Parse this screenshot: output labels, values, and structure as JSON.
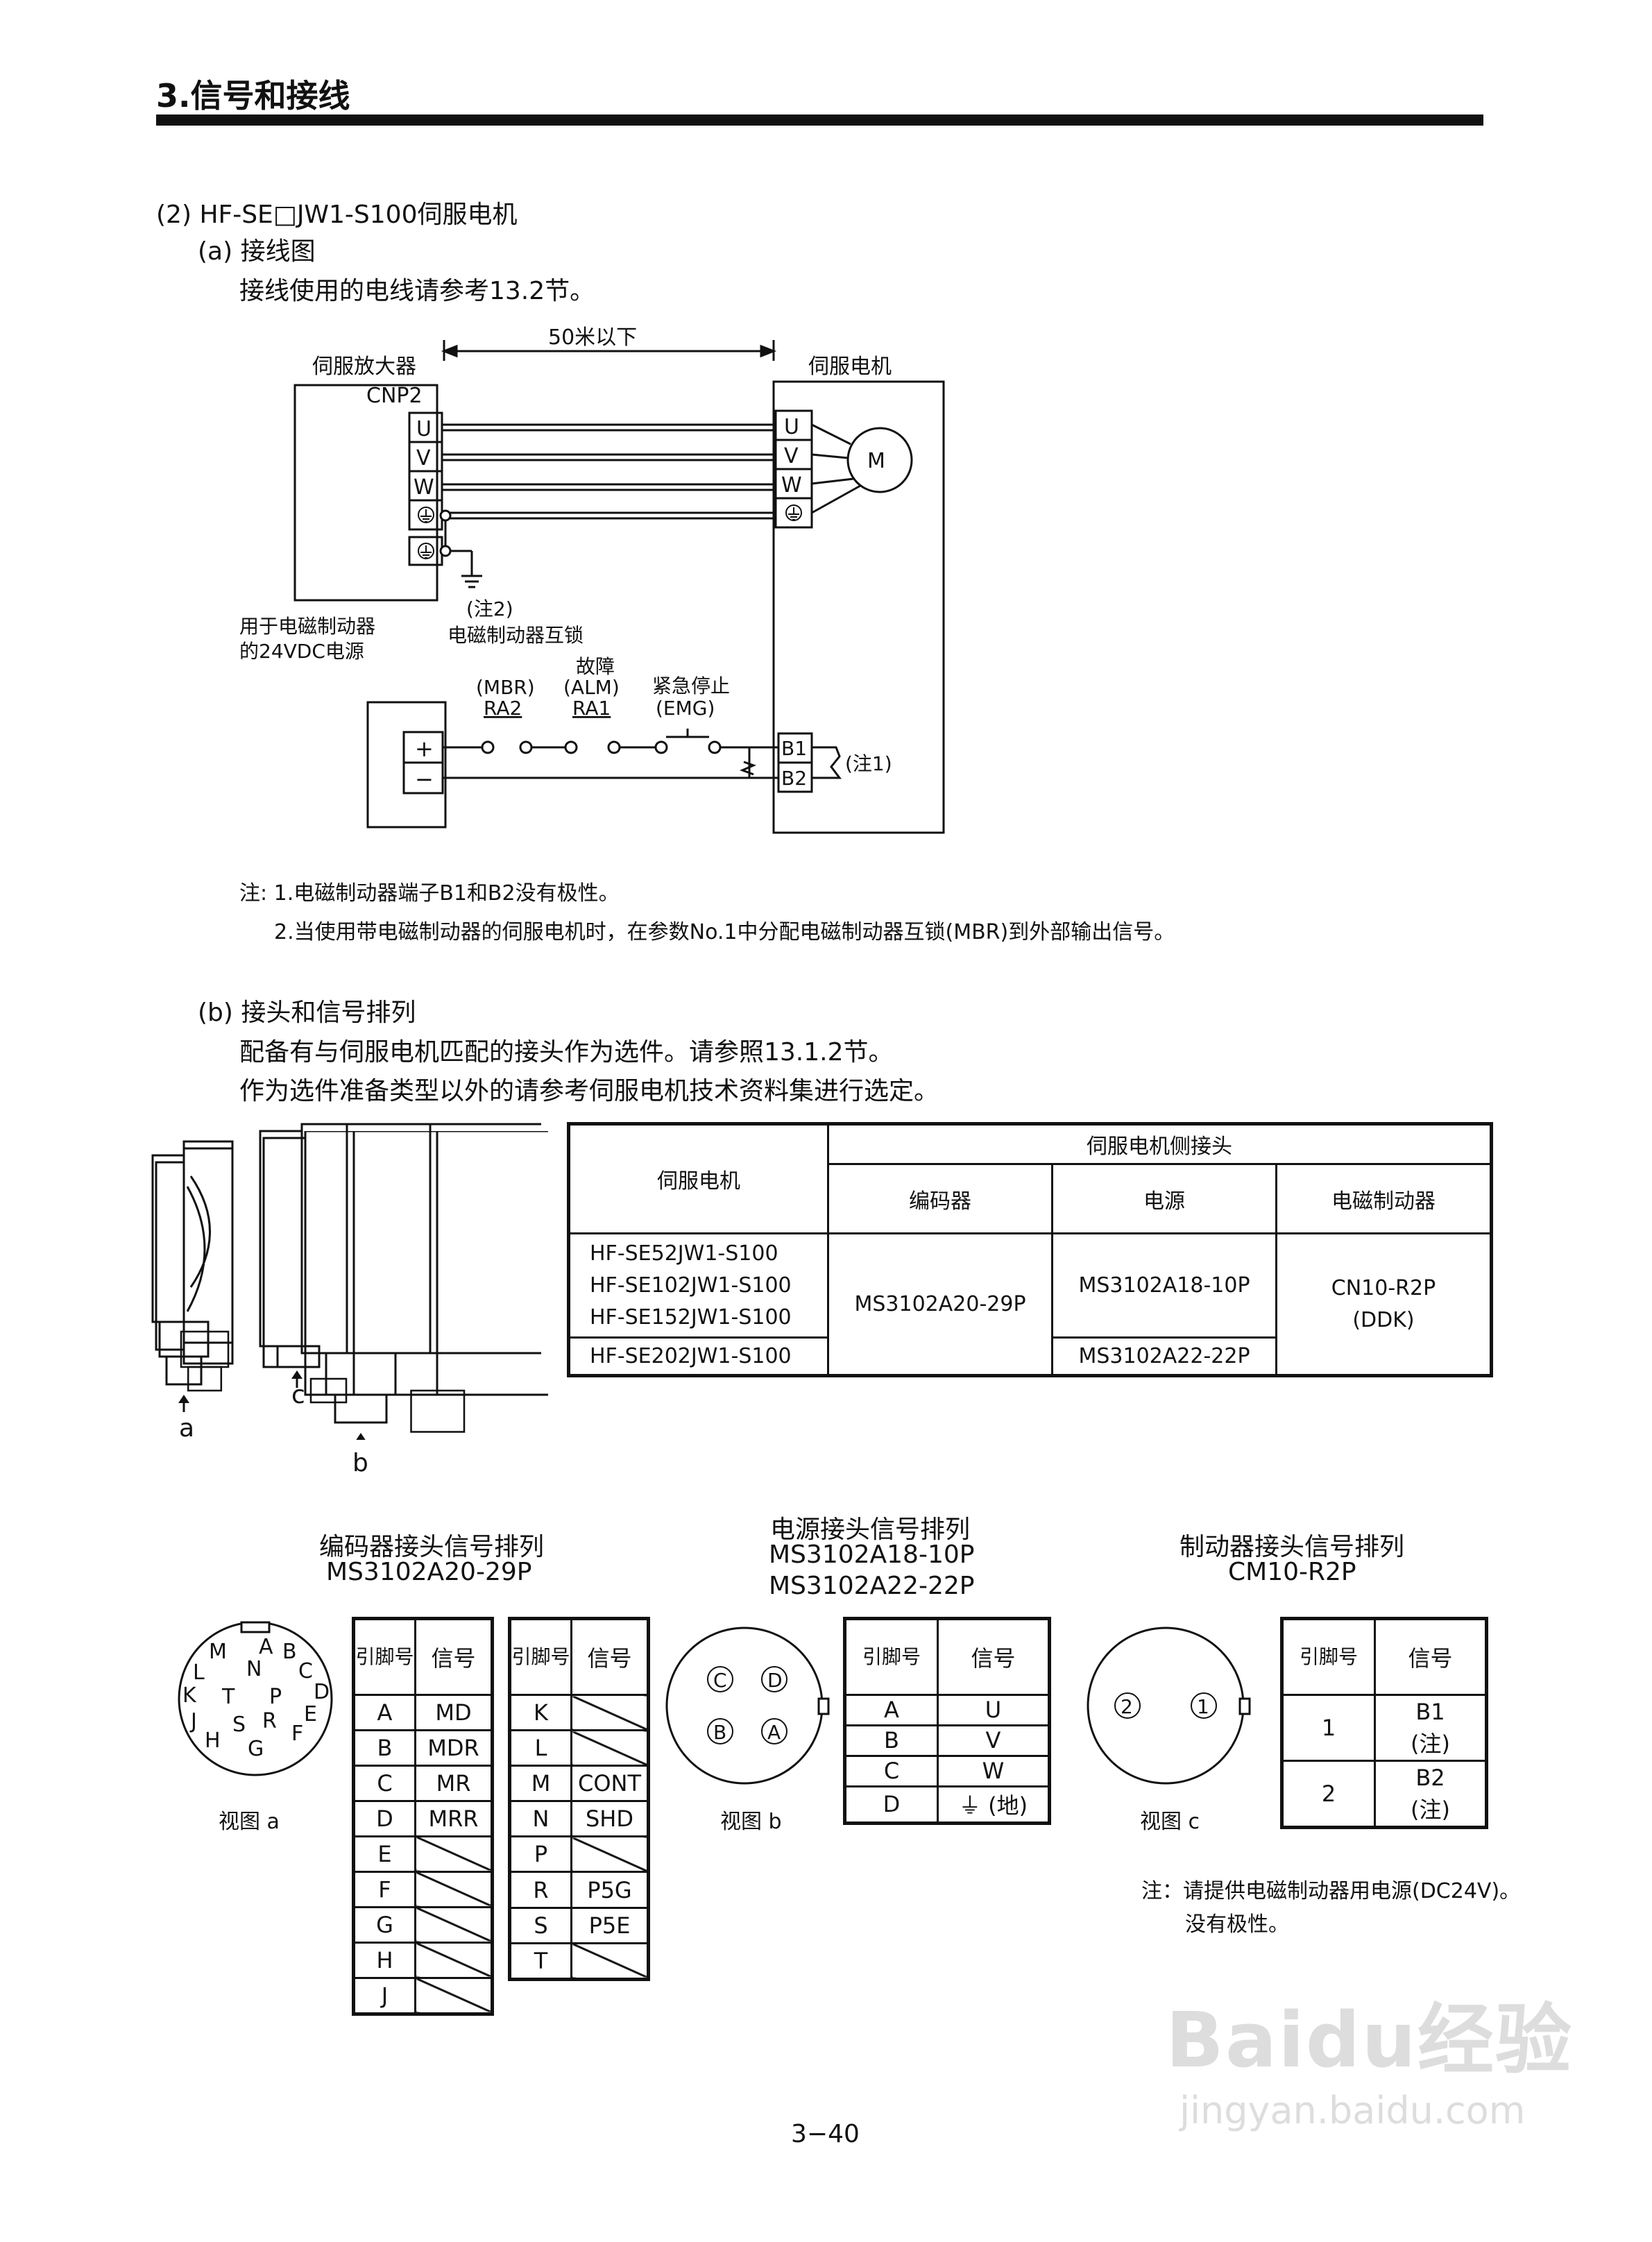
{
  "header": {
    "title": "3.信号和接线"
  },
  "section2": {
    "title": "(2) HF-SE□JW1-S100伺服电机",
    "sub_a": "(a) 接线图",
    "sub_a_note": "接线使用的电线请参考13.2节。"
  },
  "wiring": {
    "distance": "50米以下",
    "amp_label": "伺服放大器",
    "motor_label": "伺服电机",
    "cnp2": "CNP2",
    "terminals": [
      "U",
      "V",
      "W"
    ],
    "motor": "M",
    "note2_ref": "(注2)",
    "interlock": "电磁制动器互锁",
    "power_label_1": "用于电磁制动器",
    "power_label_2": "的24VDC电源",
    "fault": "故障",
    "emg_label": "紧急停止",
    "mbr": "(MBR)",
    "alm": "(ALM)",
    "emg": "(EMG)",
    "ra2": "RA2",
    "ra1": "RA1",
    "plus": "+",
    "minus": "−",
    "b1": "B1",
    "b2": "B2",
    "note1_ref": "(注1)"
  },
  "notes": {
    "n1": "注: 1.电磁制动器端子B1和B2没有极性。",
    "n2": "2.当使用带电磁制动器的伺服电机时，在参数No.1中分配电磁制动器互锁(MBR)到外部输出信号。"
  },
  "section_b": {
    "title": "(b) 接头和信号排列",
    "line1": "配备有与伺服电机匹配的接头作为选件。请参照13.1.2节。",
    "line2": "作为选件准备类型以外的请参考伺服电机技术资料集进行选定。"
  },
  "motor_views": {
    "a": "a",
    "b": "b",
    "c": "c"
  },
  "spec_table": {
    "col_motor": "伺服电机",
    "col_group": "伺服电机侧接头",
    "col_encoder": "编码器",
    "col_power": "电源",
    "col_brake": "电磁制动器",
    "models": [
      "HF-SE52JW1-S100",
      "HF-SE102JW1-S100",
      "HF-SE152JW1-S100",
      "HF-SE202JW1-S100"
    ],
    "encoder": "MS3102A20-29P",
    "power_1": "MS3102A18-10P",
    "power_2": "MS3102A22-22P",
    "brake_1": "CN10-R2P",
    "brake_2": "(DDK)"
  },
  "encoder_conn": {
    "title": "编码器接头信号排列",
    "model": "MS3102A20-29P",
    "view": "视图 a",
    "pins_circle": [
      "A",
      "B",
      "C",
      "D",
      "E",
      "F",
      "G",
      "H",
      "J",
      "K",
      "L",
      "M",
      "N",
      "P",
      "R",
      "S",
      "T"
    ],
    "col_pin": "引脚号",
    "col_sig": "信号",
    "table1": [
      [
        "A",
        "MD"
      ],
      [
        "B",
        "MDR"
      ],
      [
        "C",
        "MR"
      ],
      [
        "D",
        "MRR"
      ],
      [
        "E",
        ""
      ],
      [
        "F",
        ""
      ],
      [
        "G",
        ""
      ],
      [
        "H",
        ""
      ],
      [
        "J",
        ""
      ]
    ],
    "table2": [
      [
        "K",
        ""
      ],
      [
        "L",
        ""
      ],
      [
        "M",
        "CONT"
      ],
      [
        "N",
        "SHD"
      ],
      [
        "P",
        ""
      ],
      [
        "R",
        "P5G"
      ],
      [
        "S",
        "P5E"
      ],
      [
        "T",
        ""
      ]
    ]
  },
  "power_conn": {
    "title": "电源接头信号排列",
    "model1": "MS3102A18-10P",
    "model2": "MS3102A22-22P",
    "view": "视图 b",
    "pins_circle": [
      "C",
      "D",
      "B",
      "A"
    ],
    "col_pin": "引脚号",
    "col_sig": "信号",
    "rows": [
      [
        "A",
        "U"
      ],
      [
        "B",
        "V"
      ],
      [
        "C",
        "W"
      ],
      [
        "D",
        "⏚ (地)"
      ]
    ]
  },
  "brake_conn": {
    "title": "制动器接头信号排列",
    "model": "CM10-R2P",
    "view": "视图 c",
    "pins_circle": [
      "2",
      "1"
    ],
    "col_pin": "引脚号",
    "col_sig": "信号",
    "rows": [
      [
        "1",
        "B1",
        "(注)"
      ],
      [
        "2",
        "B2",
        "(注)"
      ]
    ],
    "note1": "注：请提供电磁制动器用电源(DC24V)。",
    "note2": "没有极性。"
  },
  "footer": {
    "page": "3−40"
  },
  "watermark": {
    "text": "Baidu经验",
    "url": "jingyan.baidu.com"
  }
}
